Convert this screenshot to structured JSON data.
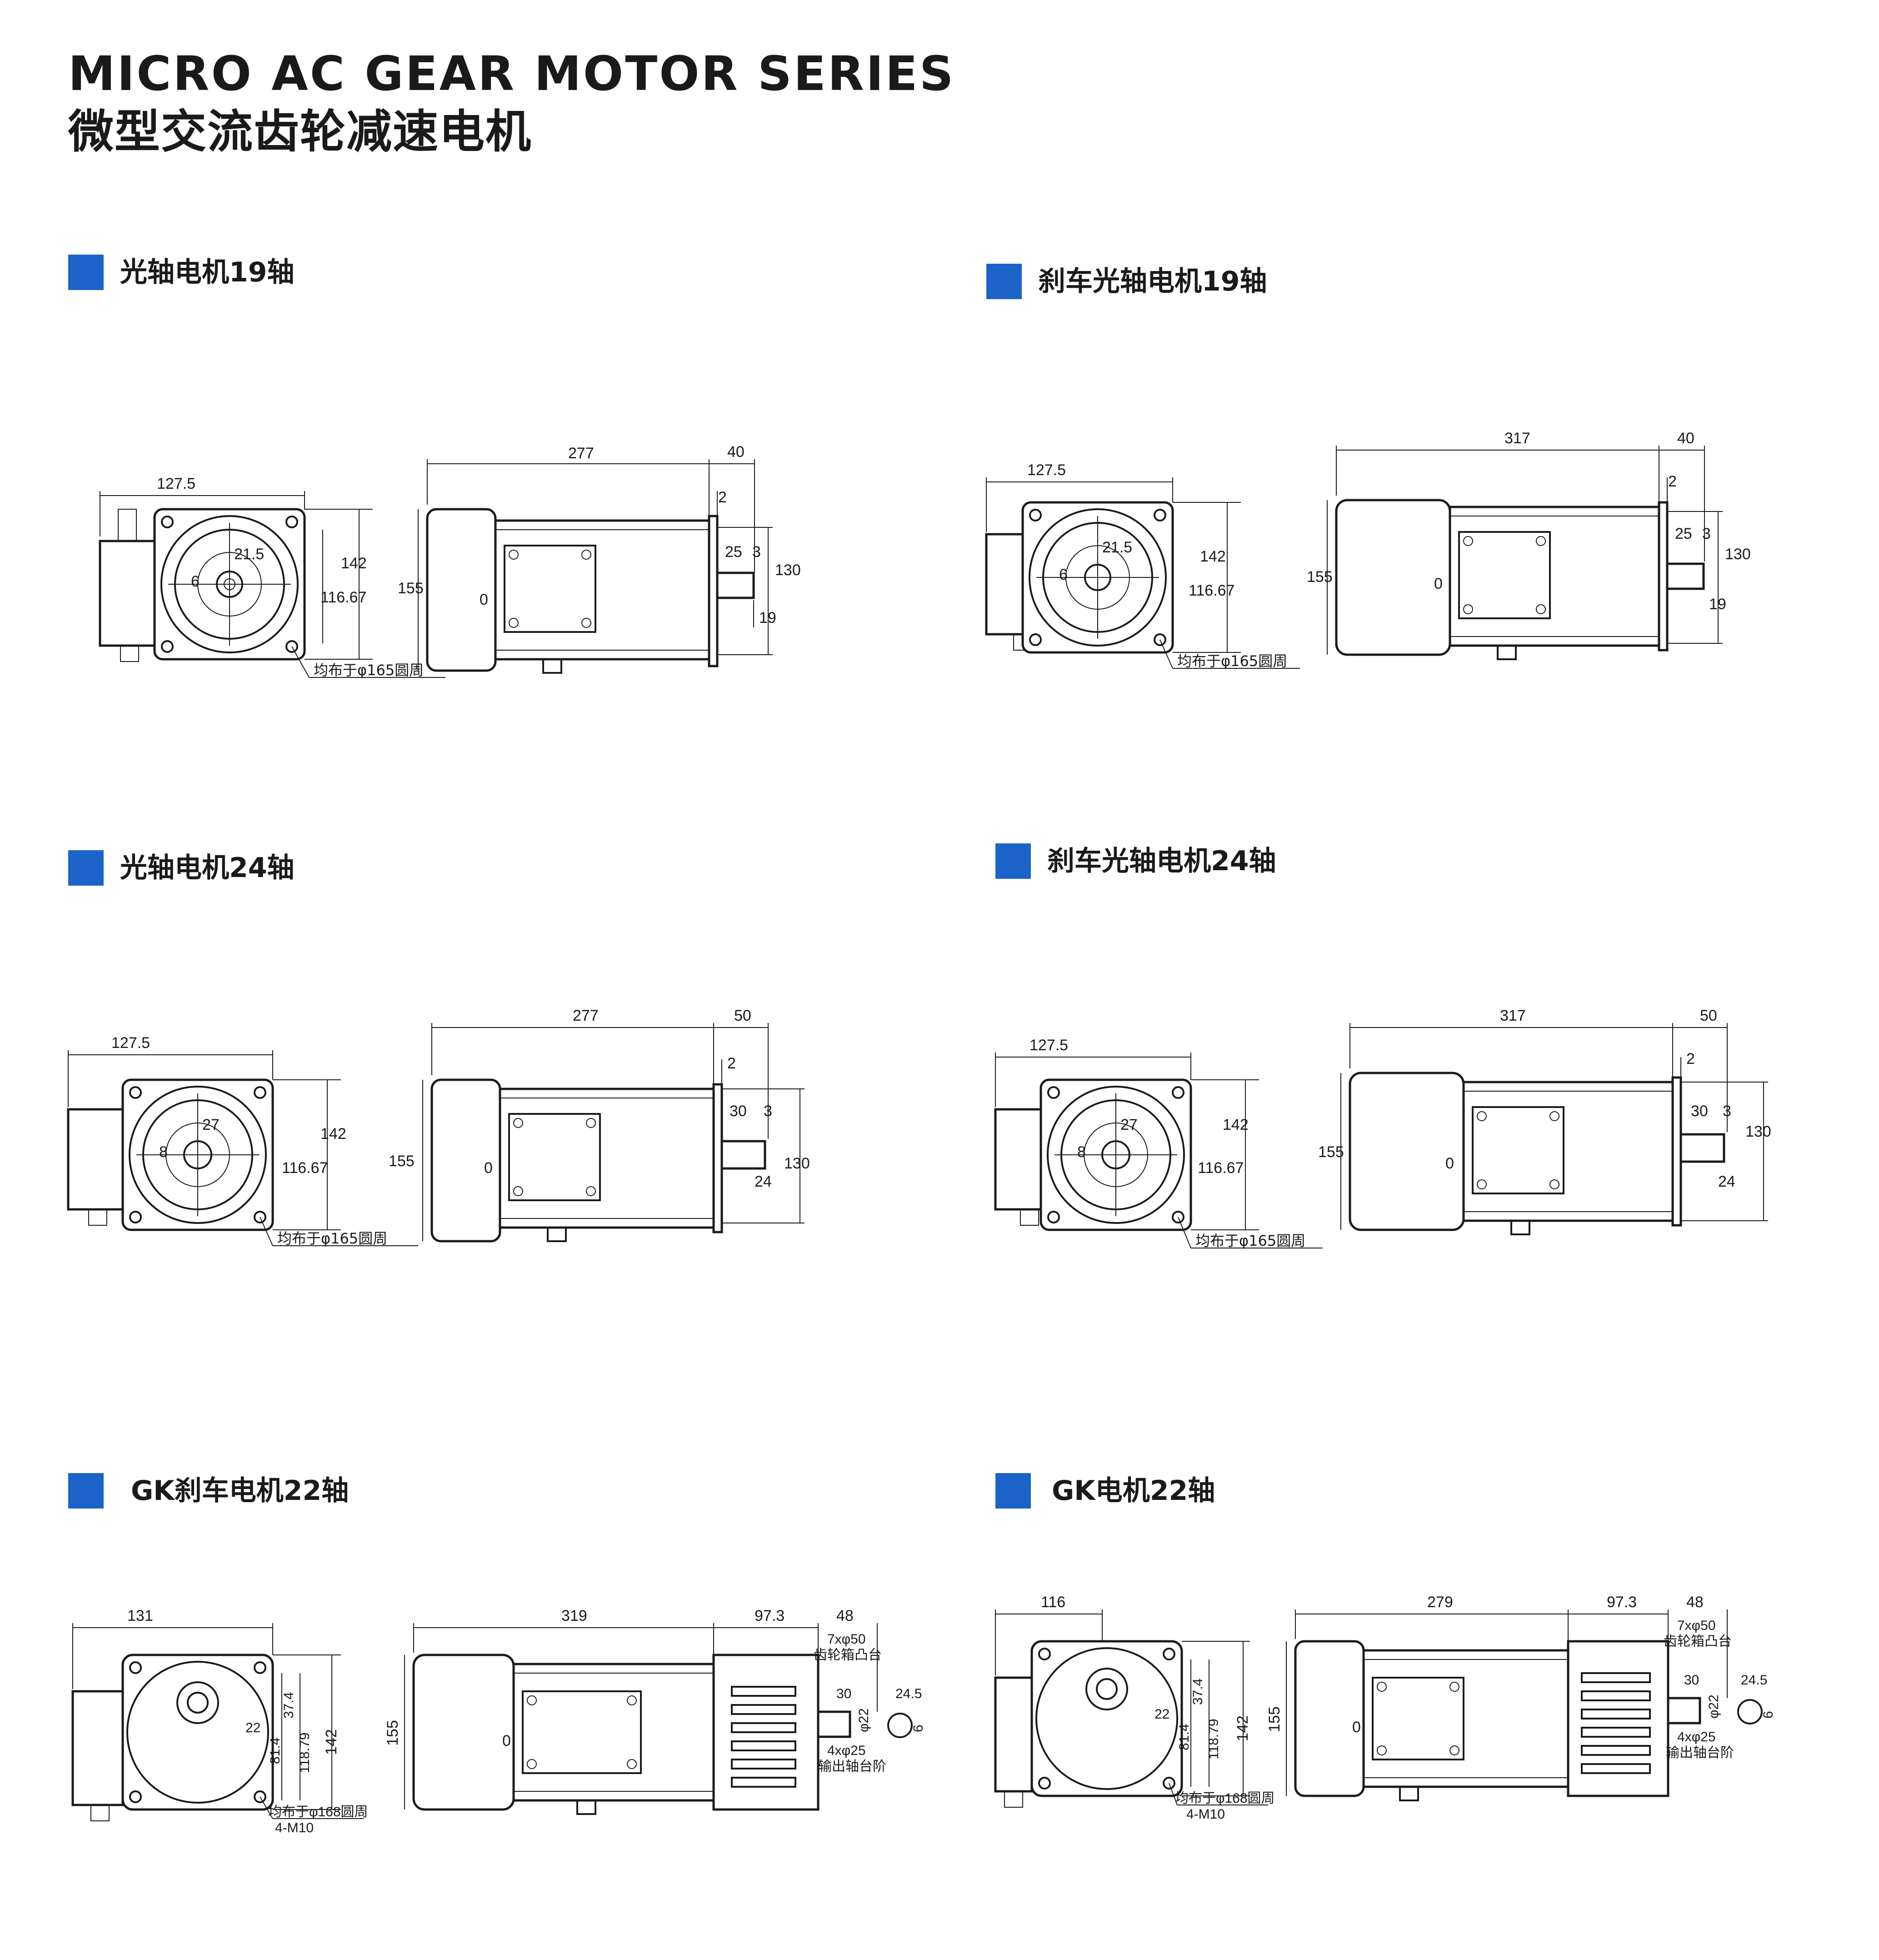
{
  "page": {
    "title_en": "MICRO AC GEAR MOTOR SERIES",
    "title_zh": "微型交流齿轮减速电机"
  },
  "sections": [
    {
      "title": "光轴电机19轴",
      "front": {
        "width": "127.5",
        "pcd": "21.5",
        "shaft": "6",
        "height": "142",
        "bolt_span": "116.67",
        "note": "均布于φ165圆周"
      },
      "side": {
        "length": "277",
        "shaft_len": "40",
        "flange": "2",
        "key_len": "25",
        "key_off": "3",
        "height": "155",
        "shaft_dia": "19",
        "pilot": "130",
        "zero": "0"
      }
    },
    {
      "title": "刹车光轴电机19轴",
      "front": {
        "width": "127.5",
        "pcd": "21.5",
        "shaft": "6",
        "height": "142",
        "bolt_span": "116.67",
        "note": "均布于φ165圆周"
      },
      "side": {
        "length": "317",
        "shaft_len": "40",
        "flange": "2",
        "key_len": "25",
        "key_off": "3",
        "height": "155",
        "shaft_dia": "19",
        "pilot": "130",
        "zero": "0"
      }
    },
    {
      "title": "光轴电机24轴",
      "front": {
        "width": "127.5",
        "pcd": "27",
        "shaft": "8",
        "height": "142",
        "bolt_span": "116.67",
        "note": "均布于φ165圆周"
      },
      "side": {
        "length": "277",
        "shaft_len": "50",
        "flange": "2",
        "key_len": "30",
        "key_off": "3",
        "height": "155",
        "shaft_dia": "24",
        "pilot": "130",
        "zero": "0"
      }
    },
    {
      "title": "刹车光轴电机24轴",
      "front": {
        "width": "127.5",
        "pcd": "27",
        "shaft": "8",
        "height": "142",
        "bolt_span": "116.67",
        "note": "均布于φ165圆周"
      },
      "side": {
        "length": "317",
        "shaft_len": "50",
        "flange": "2",
        "key_len": "30",
        "key_off": "3",
        "height": "155",
        "shaft_dia": "24",
        "pilot": "130",
        "zero": "0"
      }
    },
    {
      "title": "GK刹车电机22轴",
      "front": {
        "width": "131",
        "dim_a": "37.4",
        "dim_b": "81.4",
        "dim_c": "118.79",
        "height": "142",
        "shaft": "22",
        "note": "均布于φ168圆周",
        "thread": "4-M10"
      },
      "side": {
        "length": "319",
        "gear_len": "97.3",
        "shaft_len": "48",
        "boss": "7xφ50",
        "boss_label": "齿轮箱凸台",
        "key_len": "30",
        "key_w": "24.5",
        "shaft_dia": "φ22",
        "step": "4xφ25",
        "step_label": "输出轴台阶",
        "height": "155",
        "key_h": "6",
        "zero": "0"
      }
    },
    {
      "title": "GK电机22轴",
      "front": {
        "width": "116",
        "dim_a": "37.4",
        "dim_b": "81.4",
        "dim_c": "118.79",
        "height": "142",
        "shaft": "22",
        "note": "均布于φ168圆周",
        "thread": "4-M10"
      },
      "side": {
        "length": "279",
        "gear_len": "97.3",
        "shaft_len": "48",
        "boss": "7xφ50",
        "boss_label": "齿轮箱凸台",
        "key_len": "30",
        "key_w": "24.5",
        "shaft_dia": "φ22",
        "step": "4xφ25",
        "step_label": "输出轴台阶",
        "height": "155",
        "key_h": "6",
        "zero": "0"
      }
    }
  ]
}
